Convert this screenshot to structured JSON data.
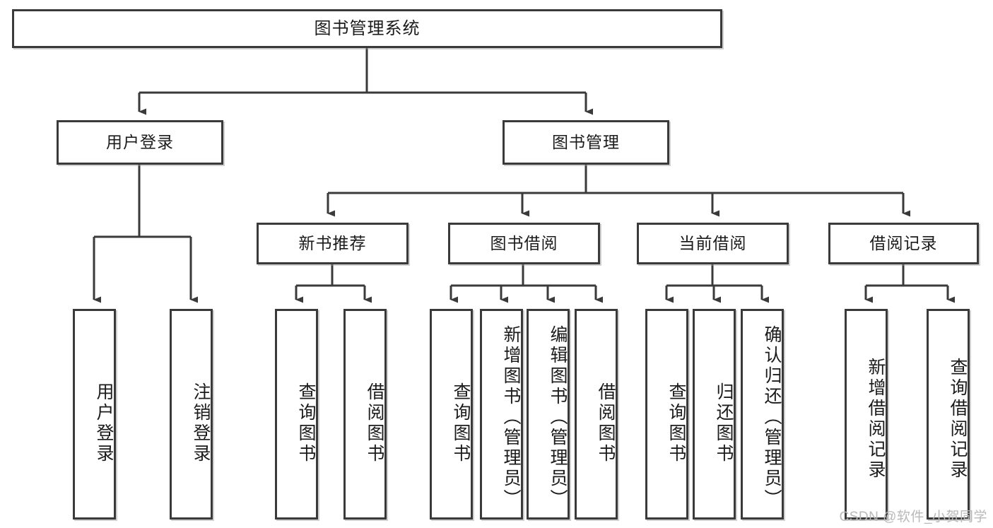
{
  "diagram": {
    "title": "图书管理系统",
    "watermark": "CSDN @软件_小贺同学",
    "colors": {
      "background": "#ffffff",
      "box_fill": "#ffffff",
      "box_border": "#3a3a3a",
      "connector": "#3a3a3a",
      "text": "#1b1b1b",
      "watermark": "#b9b9b9"
    }
  },
  "nodes": {
    "root": {
      "label": "图书管理系统"
    },
    "level2": [
      {
        "id": "user-login",
        "label": "用户登录"
      },
      {
        "id": "book-management",
        "label": "图书管理"
      }
    ],
    "level3": [
      {
        "id": "new-book-recommend",
        "label": "新书推荐"
      },
      {
        "id": "book-borrow",
        "label": "图书借阅"
      },
      {
        "id": "current-borrow",
        "label": "当前借阅"
      },
      {
        "id": "borrow-record",
        "label": "借阅记录"
      }
    ],
    "leaves": {
      "user_login": [
        {
          "id": "leaf-user-login",
          "label": "用户登录"
        },
        {
          "id": "leaf-logout",
          "label": "注销登录"
        }
      ],
      "new_book_recommend": [
        {
          "id": "leaf-query-book-1",
          "label": "查询图书"
        },
        {
          "id": "leaf-borrow-book-1",
          "label": "借阅图书"
        }
      ],
      "book_borrow": [
        {
          "id": "leaf-query-book-2",
          "label": "查询图书"
        },
        {
          "id": "leaf-add-book",
          "label": "新增图书（管理员）"
        },
        {
          "id": "leaf-edit-book",
          "label": "编辑图书（管理员）"
        },
        {
          "id": "leaf-borrow-book-2",
          "label": "借阅图书"
        }
      ],
      "current_borrow": [
        {
          "id": "leaf-query-book-3",
          "label": "查询图书"
        },
        {
          "id": "leaf-return-book",
          "label": "归还图书"
        },
        {
          "id": "leaf-confirm-return",
          "label": "确认归还（管理员）"
        }
      ],
      "borrow_record": [
        {
          "id": "leaf-add-record",
          "label": "新增借阅记录"
        },
        {
          "id": "leaf-query-record",
          "label": "查询借阅记录"
        }
      ]
    }
  }
}
